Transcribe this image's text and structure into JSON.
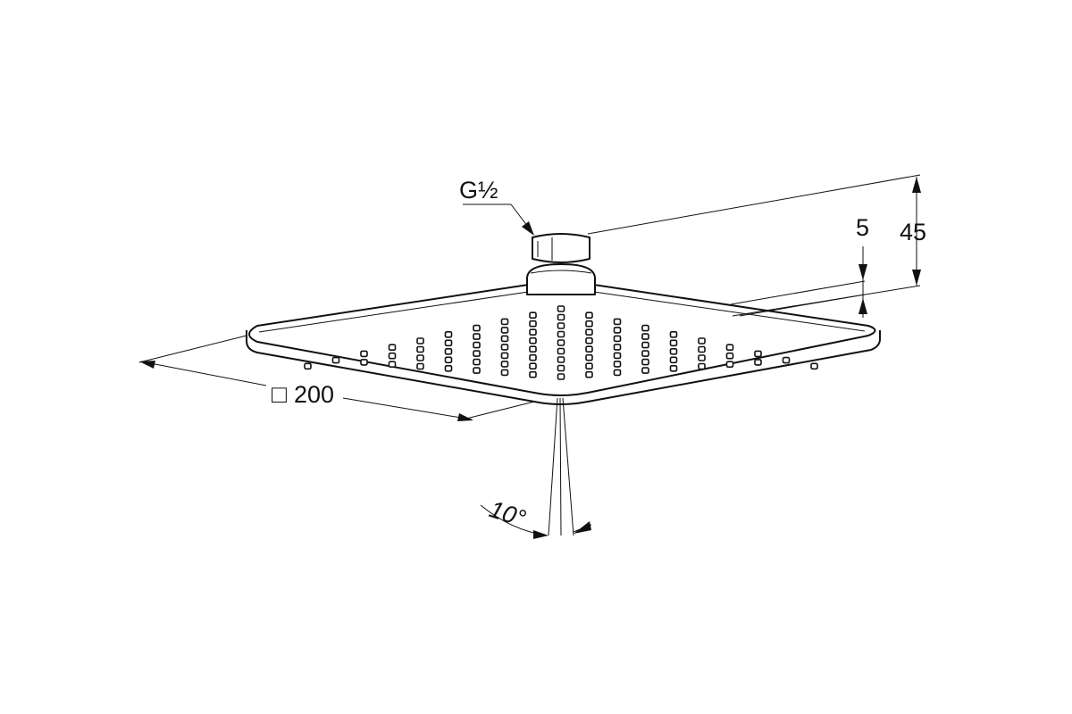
{
  "thread_label": "G½",
  "dim_width_symbol": "□",
  "dim_width_value": "200",
  "dim_height_total": "45",
  "dim_plate_thickness": "5",
  "dim_spray_angle": "10°",
  "colors": {
    "line": "#111111",
    "background": "#ffffff"
  }
}
